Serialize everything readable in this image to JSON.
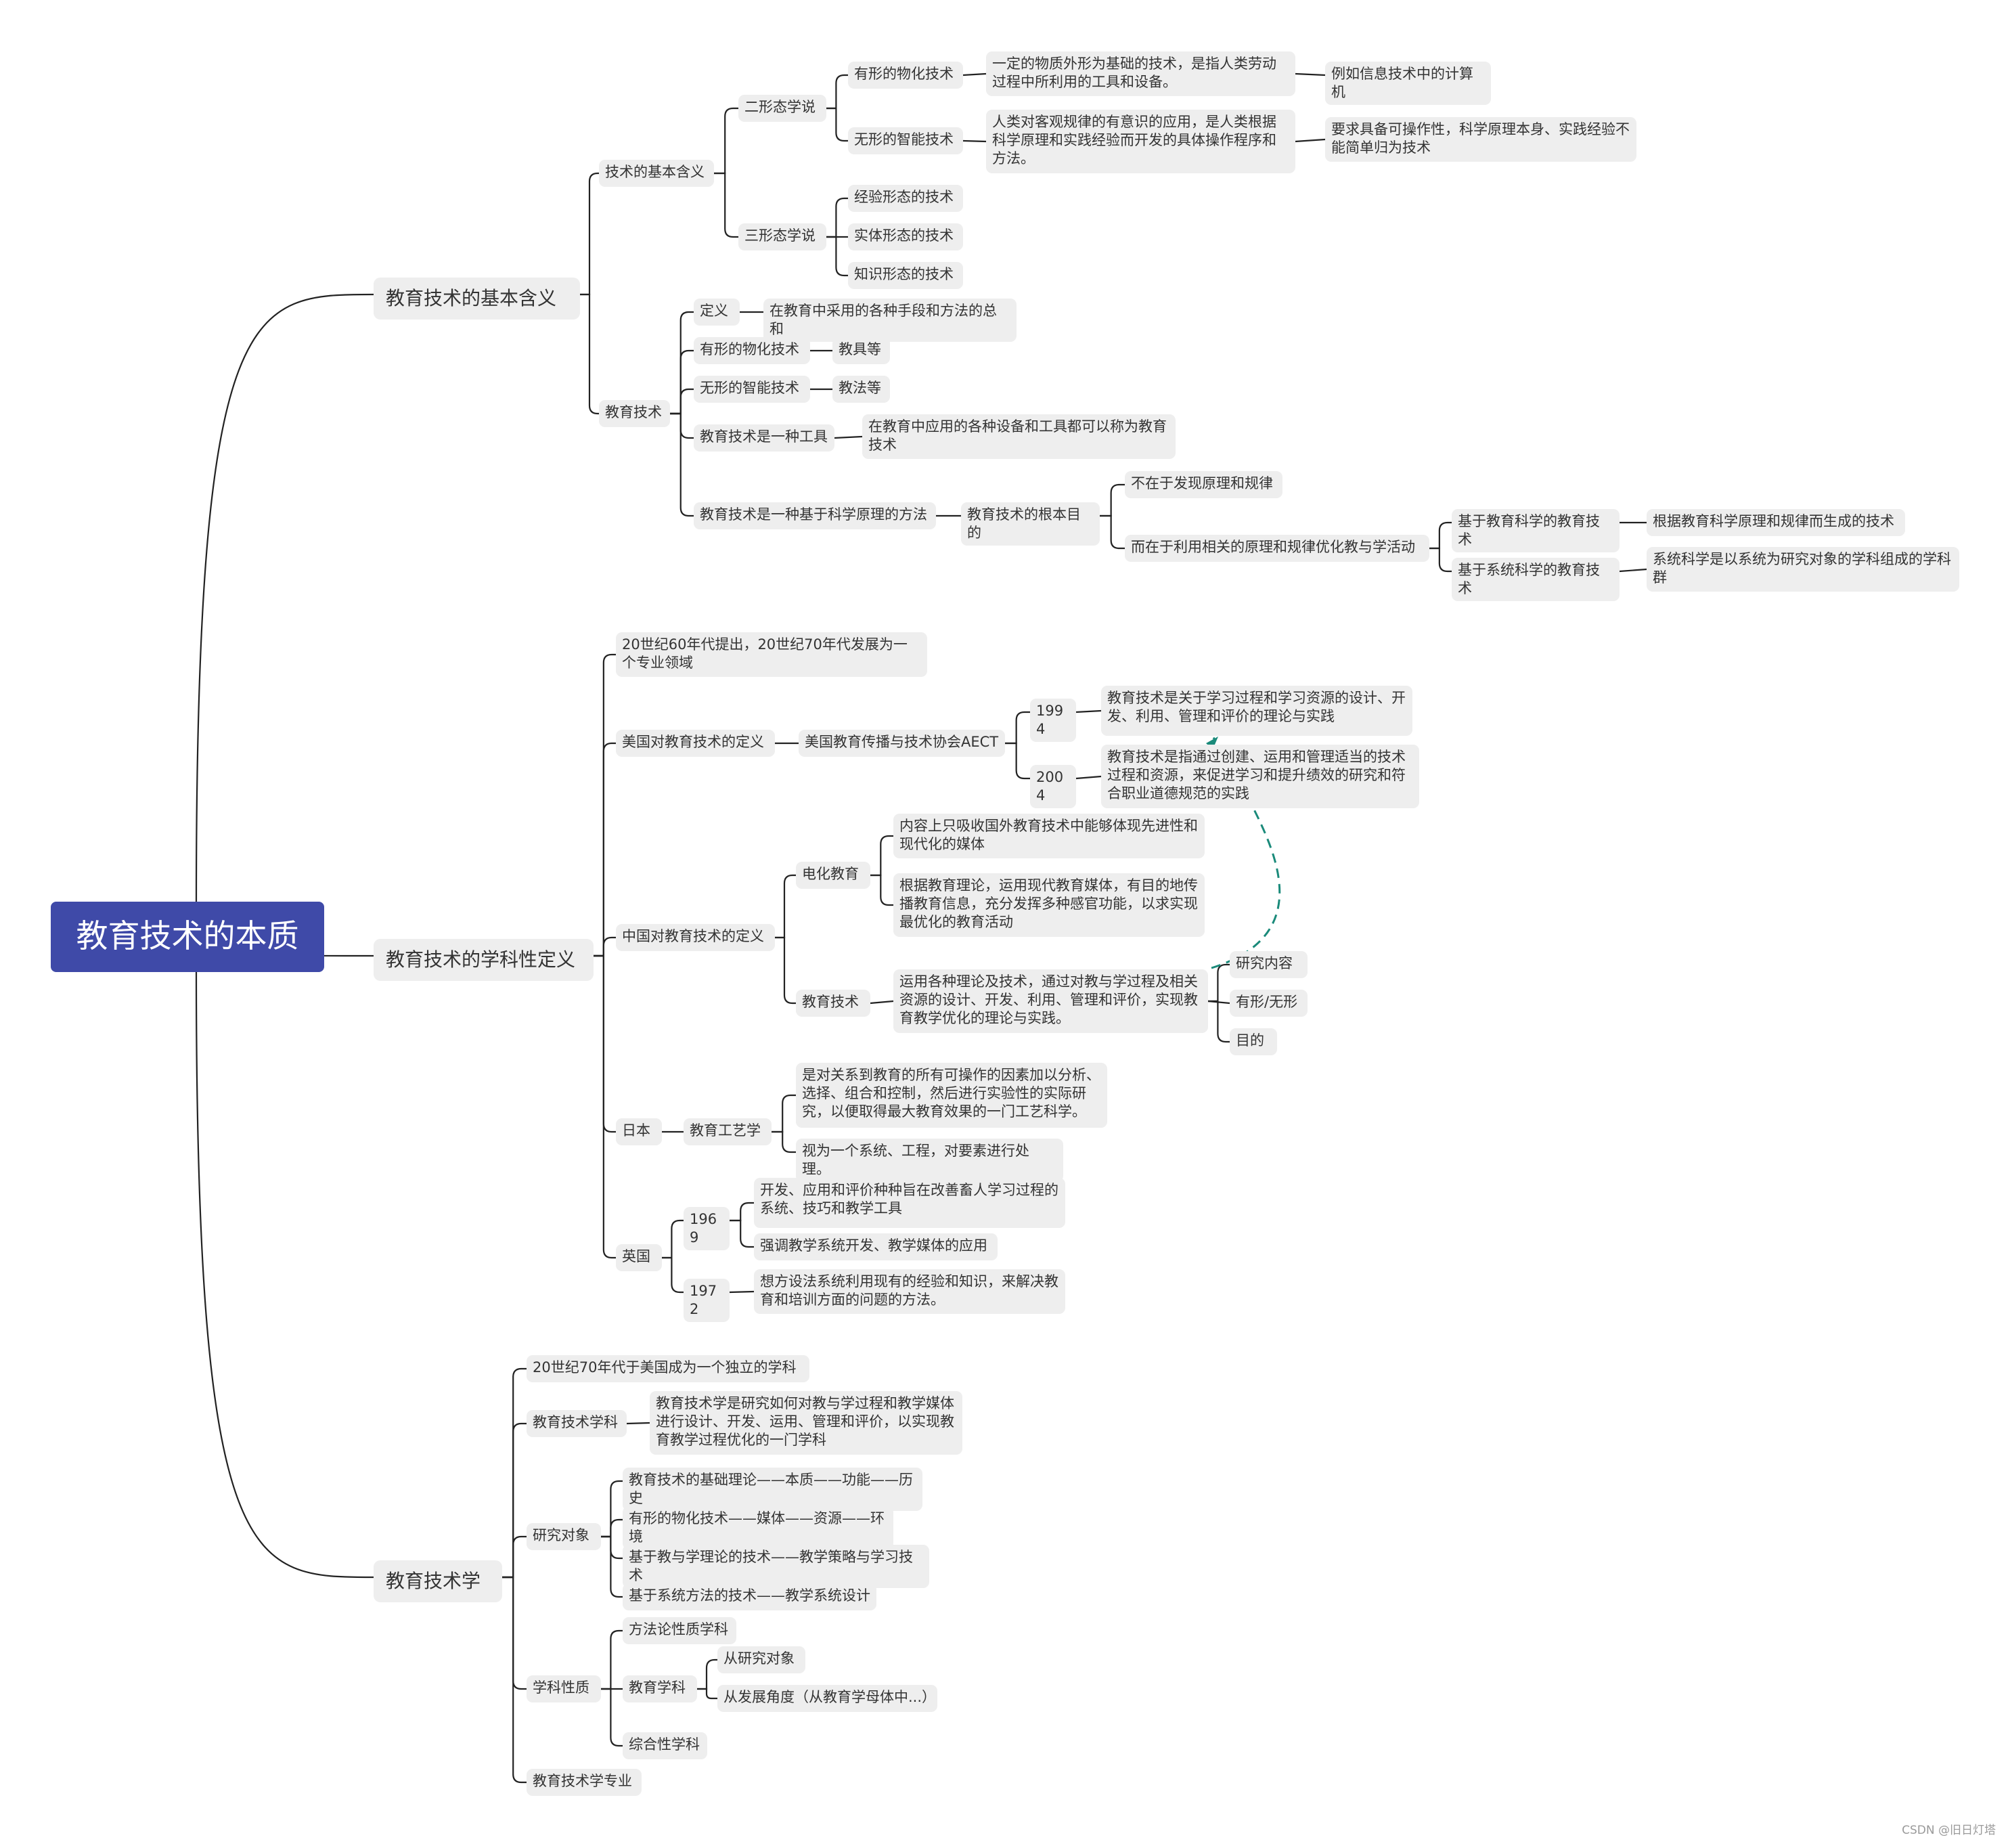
{
  "root": "教育技术的本质",
  "n": {
    "basic": "教育技术的基本含义",
    "tech_meaning": "技术的基本含义",
    "two_form": "二形态学说",
    "tangible": "有形的物化技术",
    "tangible_desc": "一定的物质外形为基础的技术，是指人类劳动过程中所利用的工具和设备。",
    "tangible_eg": "例如信息技术中的计算机",
    "intangible": "无形的智能技术",
    "intangible_desc": "人类对客观规律的有意识的应用，是人类根据科学原理和实践经验而开发的具体操作程序和方法。",
    "intangible_eg": "要求具备可操作性，科学原理本身、实践经验不能简单归为技术",
    "three_form": "三形态学说",
    "exp_form": "经验形态的技术",
    "entity_form": "实体形态的技术",
    "know_form": "知识形态的技术",
    "edu_tech": "教育技术",
    "def": "定义",
    "def_desc": "在教育中采用的各种手段和方法的总和",
    "et_tangible": "有形的物化技术",
    "teaching_aids": "教具等",
    "et_intangible": "无形的智能技术",
    "teaching_methods": "教法等",
    "is_tool": "教育技术是一种工具",
    "is_tool_desc": "在教育中应用的各种设备和工具都可以称为教育技术",
    "is_method": "教育技术是一种基于科学原理的方法",
    "root_purpose": "教育技术的根本目的",
    "not_discover": "不在于发现原理和规律",
    "but_use": "而在于利用相关的原理和规律优化教与学活动",
    "edu_science_based": "基于教育科学的教育技术",
    "edu_science_desc": "根据教育科学原理和规律而生成的技术",
    "system_science_based": "基于系统科学的教育技术",
    "system_science_desc": "系统科学是以系统为研究对象的学科组成的学科群",
    "discipline_def": "教育技术的学科性定义",
    "sixties": "20世纪60年代提出，20世纪70年代发展为一个专业领域",
    "usa_def": "美国对教育技术的定义",
    "aect": "美国教育传播与技术协会AECT",
    "y1994": "1994",
    "y1994_desc": "教育技术是关于学习过程和学习资源的设计、开发、利用、管理和评价的理论与实践",
    "y2004": "2004",
    "y2004_desc": "教育技术是指通过创建、运用和管理适当的技术过程和资源，来促进学习和提升绩效的研究和符合职业道德规范的实践",
    "china_def": "中国对教育技术的定义",
    "av_edu": "电化教育",
    "av_desc1": "内容上只吸收国外教育技术中能够体现先进性和现代化的媒体",
    "av_desc2": "根据教育理论，运用现代教育媒体，有目的地传播教育信息，充分发挥多种感官功能，以求实现最优化的教育活动",
    "cn_edu_tech": "教育技术",
    "cn_edu_tech_desc": "运用各种理论及技术，通过对教与学过程及相关资源的设计、开发、利用、管理和评价，实现教育教学优化的理论与实践。",
    "research_content": "研究内容",
    "tangible_intangible": "有形/无形",
    "purpose": "目的",
    "japan": "日本",
    "edu_craft": "教育工艺学",
    "craft_desc1": "是对关系到教育的所有可操作的因素加以分析、选择、组合和控制，然后进行实验性的实际研究，以便取得最大教育效果的一门工艺科学。",
    "craft_desc2": "视为一个系统、工程，对要素进行处理。",
    "uk": "英国",
    "y1969": "1969",
    "y1969_desc1": "开发、应用和评价种种旨在改善畜人学习过程的系统、技巧和教学工具",
    "y1969_desc2": "强调教学系统开发、教学媒体的应用",
    "y1972": "1972",
    "y1972_desc": "想方设法系统利用现有的经验和知识，来解决教育和培训方面的问题的方法。",
    "et_science": "教育技术学",
    "seventies": "20世纪70年代于美国成为一个独立的学科",
    "et_discipline": "教育技术学科",
    "et_discipline_desc": "教育技术学是研究如何对教与学过程和教学媒体进行设计、开发、运用、管理和评价，以实现教育教学过程优化的一门学科",
    "research_obj": "研究对象",
    "ro1": "教育技术的基础理论——本质——功能——历史",
    "ro2": "有形的物化技术——媒体——资源——环境",
    "ro3": "基于教与学理论的技术——教学策略与学习技术",
    "ro4": "基于系统方法的技术——教学系统设计",
    "nature": "学科性质",
    "methodology": "方法论性质学科",
    "edu_discipline": "教育学科",
    "from_obj": "从研究对象",
    "from_dev": "从发展角度（从教育学母体中...）",
    "comprehensive": "综合性学科",
    "et_major": "教育技术学专业"
  },
  "colors": {
    "root_bg": "#3f4aa8",
    "node_bg": "#eeeeee",
    "line": "#222222",
    "relation": "#1a8a7a"
  },
  "watermark": "CSDN @旧日灯塔"
}
